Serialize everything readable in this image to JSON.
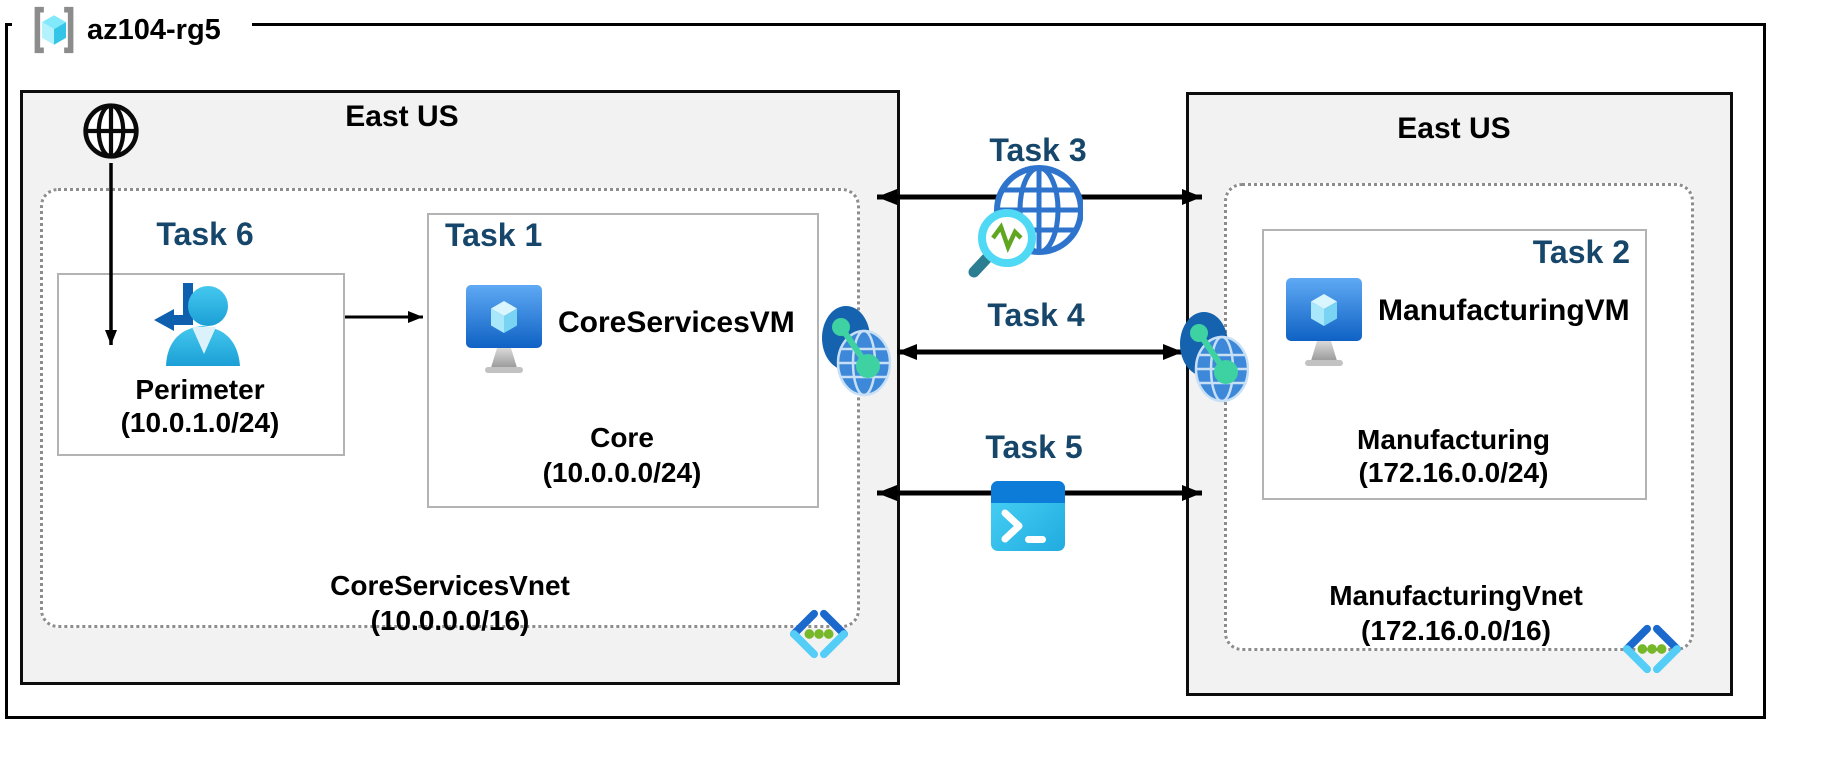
{
  "resource_group": {
    "name": "az104-rg5"
  },
  "left_region": {
    "title": "East US",
    "task6_label": "Task 6",
    "perimeter": {
      "name": "Perimeter",
      "cidr": "(10.0.1.0/24)"
    },
    "task1_label": "Task 1",
    "core_vm": {
      "name": "CoreServicesVM",
      "subnet_name": "Core",
      "subnet_cidr": "(10.0.0.0/24)"
    },
    "vnet_name": "CoreServicesVnet",
    "vnet_cidr": "(10.0.0.0/16)"
  },
  "right_region": {
    "title": "East US",
    "task2_label": "Task 2",
    "manufacturing_vm": {
      "name": "ManufacturingVM",
      "subnet_name": "Manufacturing",
      "subnet_cidr": "(172.16.0.0/24)"
    },
    "vnet_name": "ManufacturingVnet",
    "vnet_cidr": "(172.16.0.0/16)"
  },
  "connections": {
    "task3_label": "Task 3",
    "task4_label": "Task 4",
    "task5_label": "Task 5"
  },
  "icons": {
    "resource_group": "resource-group-icon",
    "internet": "internet-globe-icon",
    "user_signin": "user-signin-icon",
    "virtual_machine": "vm-icon",
    "virtual_network": "virtual-network-icon",
    "vnet_peering": "vnet-peering-icon",
    "network_watcher": "network-watcher-icon",
    "cloud_shell": "cloud-shell-icon"
  },
  "colors": {
    "task_label_blue": "#17466B",
    "region_fill": "#F2F2F2",
    "azure_dark_blue": "#1563AE",
    "azure_blue": "#3D88D8",
    "cyan": "#50D0F0",
    "green_dots": "#76B82A",
    "teal_link": "#3ED1A2",
    "shell_header_blue": "#0C7CD8"
  }
}
